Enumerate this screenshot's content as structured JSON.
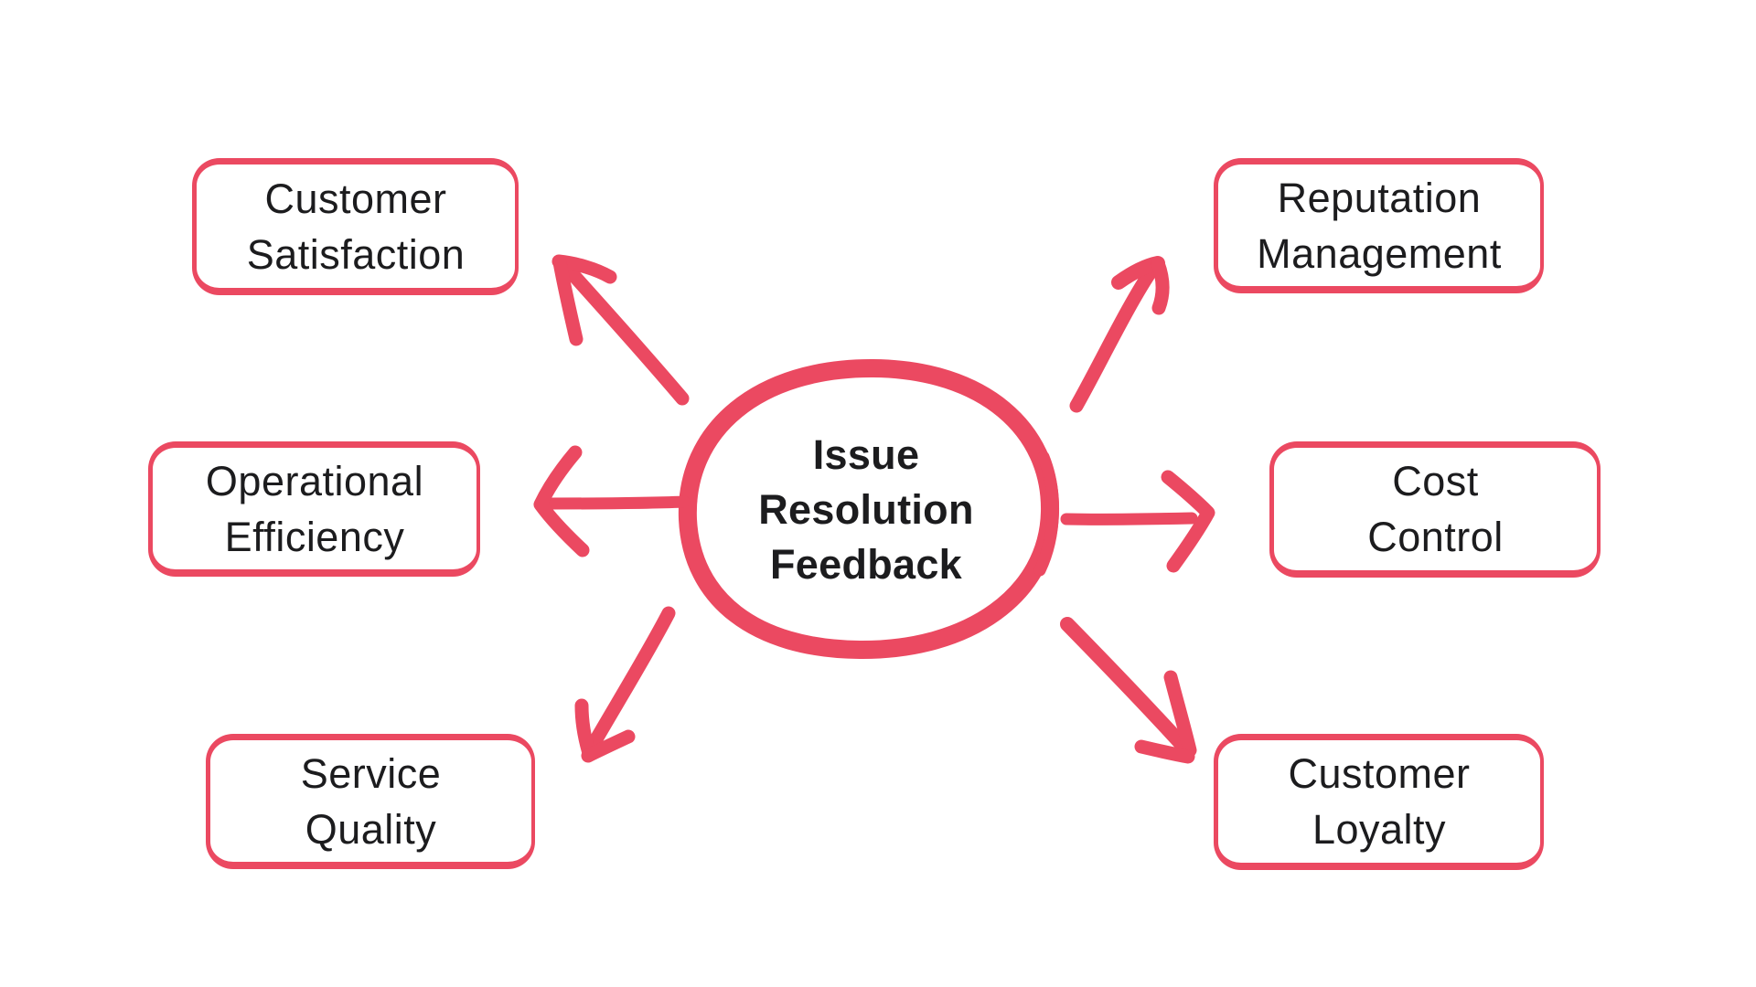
{
  "canvas": {
    "background_color": "#FFFFFF",
    "accent_color": "#EB4961",
    "text_color": "#1C1C1E"
  },
  "center": {
    "id": "issue-resolution-feedback",
    "label": "Issue Resolution Feedback",
    "lines": [
      "Issue",
      "Resolution",
      "Feedback"
    ]
  },
  "nodes": [
    {
      "id": "customer-satisfaction",
      "label": "Customer Satisfaction",
      "lines": [
        "Customer",
        "Satisfaction"
      ]
    },
    {
      "id": "operational-efficiency",
      "label": "Operational Efficiency",
      "lines": [
        "Operational",
        "Efficiency"
      ]
    },
    {
      "id": "service-quality",
      "label": "Service Quality",
      "lines": [
        "Service",
        "Quality"
      ]
    },
    {
      "id": "reputation-management",
      "label": "Reputation Management",
      "lines": [
        "Reputation",
        "Management"
      ]
    },
    {
      "id": "cost-control",
      "label": "Cost Control",
      "lines": [
        "Cost",
        "Control"
      ]
    },
    {
      "id": "customer-loyalty",
      "label": "Customer Loyalty",
      "lines": [
        "Customer",
        "Loyalty"
      ]
    }
  ],
  "connections": [
    {
      "from": "issue-resolution-feedback",
      "to": "customer-satisfaction",
      "direction": "up-left",
      "style": "hand-drawn-arrow"
    },
    {
      "from": "issue-resolution-feedback",
      "to": "operational-efficiency",
      "direction": "left",
      "style": "hand-drawn-arrow"
    },
    {
      "from": "issue-resolution-feedback",
      "to": "service-quality",
      "direction": "down-left",
      "style": "hand-drawn-arrow"
    },
    {
      "from": "issue-resolution-feedback",
      "to": "reputation-management",
      "direction": "up-right",
      "style": "hand-drawn-arrow"
    },
    {
      "from": "issue-resolution-feedback",
      "to": "cost-control",
      "direction": "right",
      "style": "hand-drawn-arrow"
    },
    {
      "from": "issue-resolution-feedback",
      "to": "customer-loyalty",
      "direction": "down-right",
      "style": "hand-drawn-arrow"
    }
  ]
}
